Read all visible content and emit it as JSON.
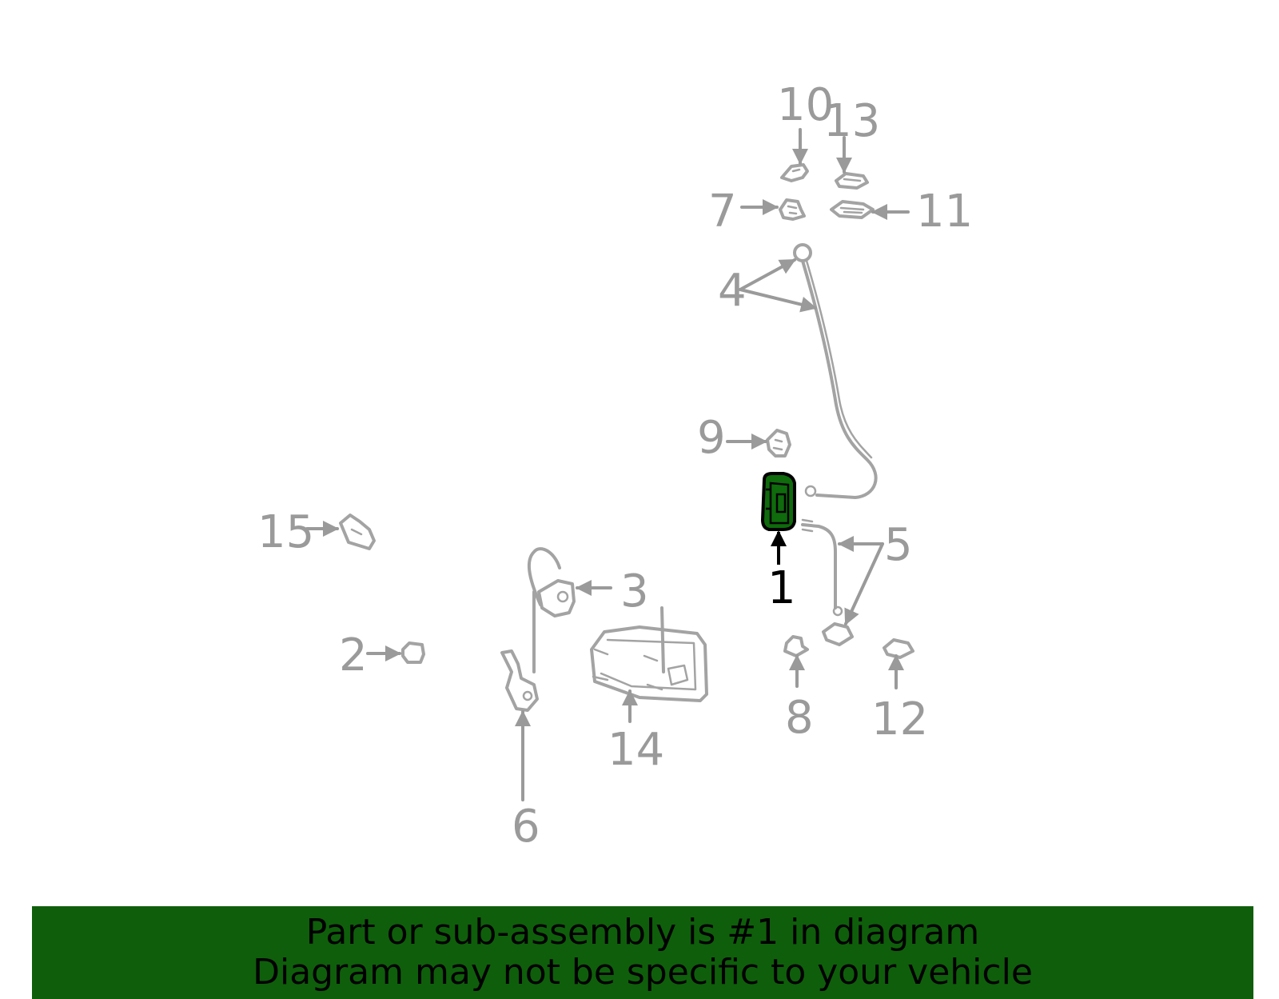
{
  "diagram": {
    "callouts": {
      "c1": "1",
      "c2": "2",
      "c3": "3",
      "c4": "4",
      "c5": "5",
      "c6": "6",
      "c7": "7",
      "c8": "8",
      "c9": "9",
      "c10": "10",
      "c11": "11",
      "c12": "12",
      "c13": "13",
      "c14": "14",
      "c15": "15"
    },
    "highlighted_part": "1",
    "colors": {
      "part_stroke": "#a3a3a3",
      "highlight_fill": "#0f6b0c",
      "highlight_stroke": "#000000",
      "banner_bg": "#0f5e0b"
    }
  },
  "banner": {
    "line1": "Part or sub-assembly is #1 in diagram",
    "line2": "Diagram may not be specific to your vehicle"
  }
}
